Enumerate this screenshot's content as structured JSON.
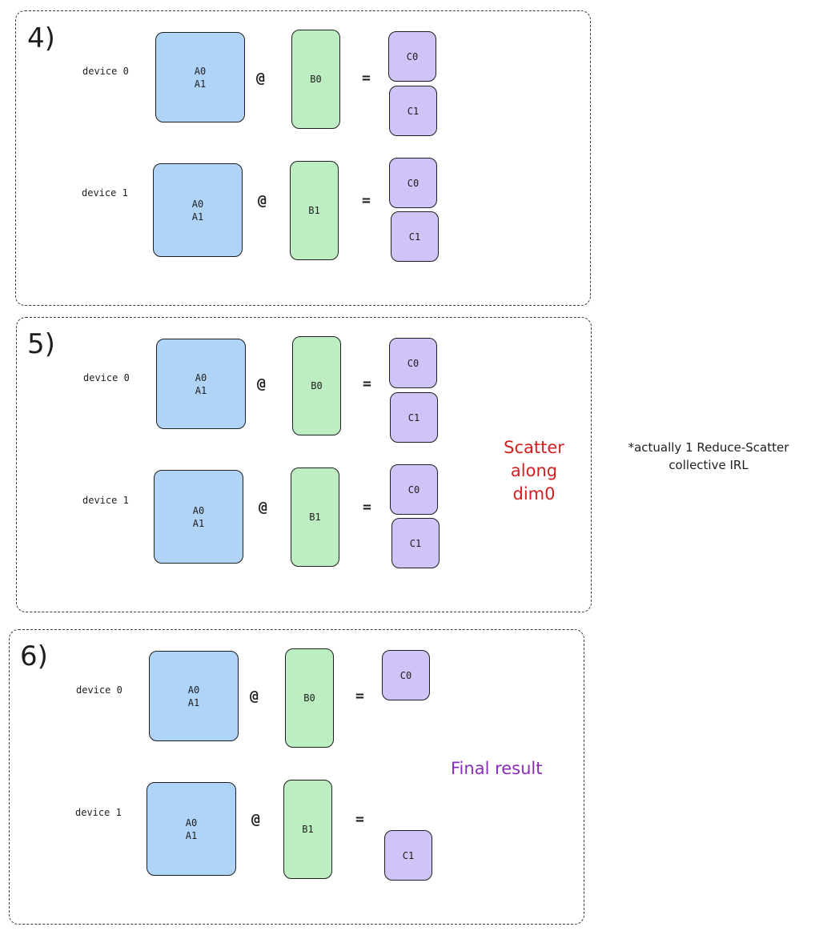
{
  "labels": {
    "device0": "device 0",
    "device1": "device 1",
    "a0": "A0",
    "a1": "A1",
    "b0": "B0",
    "b1": "B1",
    "c0": "C0",
    "c1": "C1",
    "matmul_op": "@",
    "equals_op": "="
  },
  "steps": {
    "step4": "4)",
    "step5": "5)",
    "step6": "6)"
  },
  "notes": {
    "scatter_line1": "Scatter",
    "scatter_line2": "along",
    "scatter_line3": "dim0",
    "final_result": "Final result",
    "irl_line1": "*actually 1 Reduce-Scatter",
    "irl_line2": "collective IRL"
  },
  "colors": {
    "a_fill": "#b0d4f8",
    "b_fill": "#bdeec2",
    "c_fill": "#cfc3f8",
    "scatter_note": "#d32121",
    "final_note": "#8a2db7"
  }
}
